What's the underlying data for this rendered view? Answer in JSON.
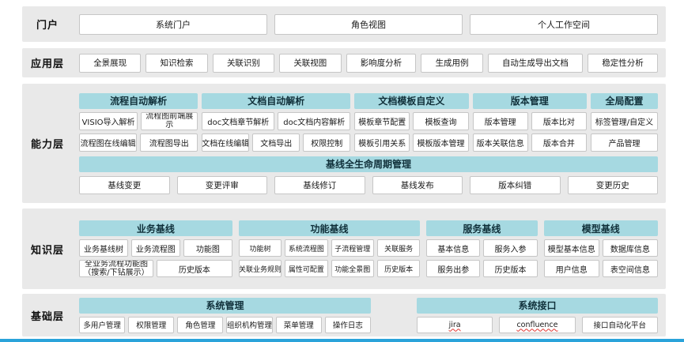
{
  "colors": {
    "header_bg": "#a6d9e1",
    "row_bg": "#e9e9e9",
    "bottom_bar": "#2aa3da",
    "misspell_underline": "#e0342f"
  },
  "portal": {
    "label": "门户",
    "items": [
      "系统门户",
      "角色视图",
      "个人工作空间"
    ]
  },
  "application": {
    "label": "应用层",
    "items": [
      "全景展现",
      "知识检索",
      "关联识别",
      "关联视图",
      "影响度分析",
      "生成用例",
      "自动生成导出文档",
      "稳定性分析"
    ]
  },
  "capability": {
    "label": "能力层",
    "groups": [
      {
        "title": "流程自动解析",
        "items": [
          "VISIO导入解析",
          "流程图前端展示",
          "流程图在线编辑",
          "流程图导出"
        ]
      },
      {
        "title": "文档自动解析",
        "items": [
          "doc文档章节解析",
          "doc文档内容解析",
          "文档在线编辑",
          "文档导出",
          "权限控制"
        ]
      },
      {
        "title": "文档模板自定义",
        "items": [
          "模板章节配置",
          "模板查询",
          "模板引用关系",
          "模板版本管理"
        ]
      },
      {
        "title": "版本管理",
        "items": [
          "版本管理",
          "版本比对",
          "版本关联信息",
          "版本合并"
        ]
      },
      {
        "title": "全局配置",
        "items": [
          "标签管理/自定义",
          "产品管理"
        ]
      }
    ],
    "baseline": {
      "title": "基线全生命周期管理",
      "items": [
        "基线变更",
        "变更评审",
        "基线修订",
        "基线发布",
        "版本纠错",
        "变更历史"
      ]
    }
  },
  "knowledge": {
    "label": "知识层",
    "groups": [
      {
        "title": "业务基线",
        "items": [
          "业务基线树",
          "业务流程图",
          "功能图",
          "全业务流程功能图（搜索/下钻展示）",
          "历史版本"
        ]
      },
      {
        "title": "功能基线",
        "items": [
          "功能树",
          "系统流程图",
          "子流程管理",
          "关联服务",
          "关联业务规则",
          "属性可配置",
          "功能全景图",
          "历史版本"
        ]
      },
      {
        "title": "服务基线",
        "items": [
          "基本信息",
          "服务入参",
          "服务出参",
          "历史版本"
        ]
      },
      {
        "title": "模型基线",
        "items": [
          "模型基本信息",
          "数据库信息",
          "用户信息",
          "表空间信息"
        ]
      }
    ]
  },
  "foundation": {
    "label": "基础层",
    "groups": [
      {
        "title": "系统管理",
        "items": [
          "多用户管理",
          "权限管理",
          "角色管理",
          "组织机构管理",
          "菜单管理",
          "操作日志"
        ]
      },
      {
        "title": "系统接口",
        "items": [
          "jira",
          "confluence",
          "接口自动化平台"
        ]
      }
    ]
  }
}
